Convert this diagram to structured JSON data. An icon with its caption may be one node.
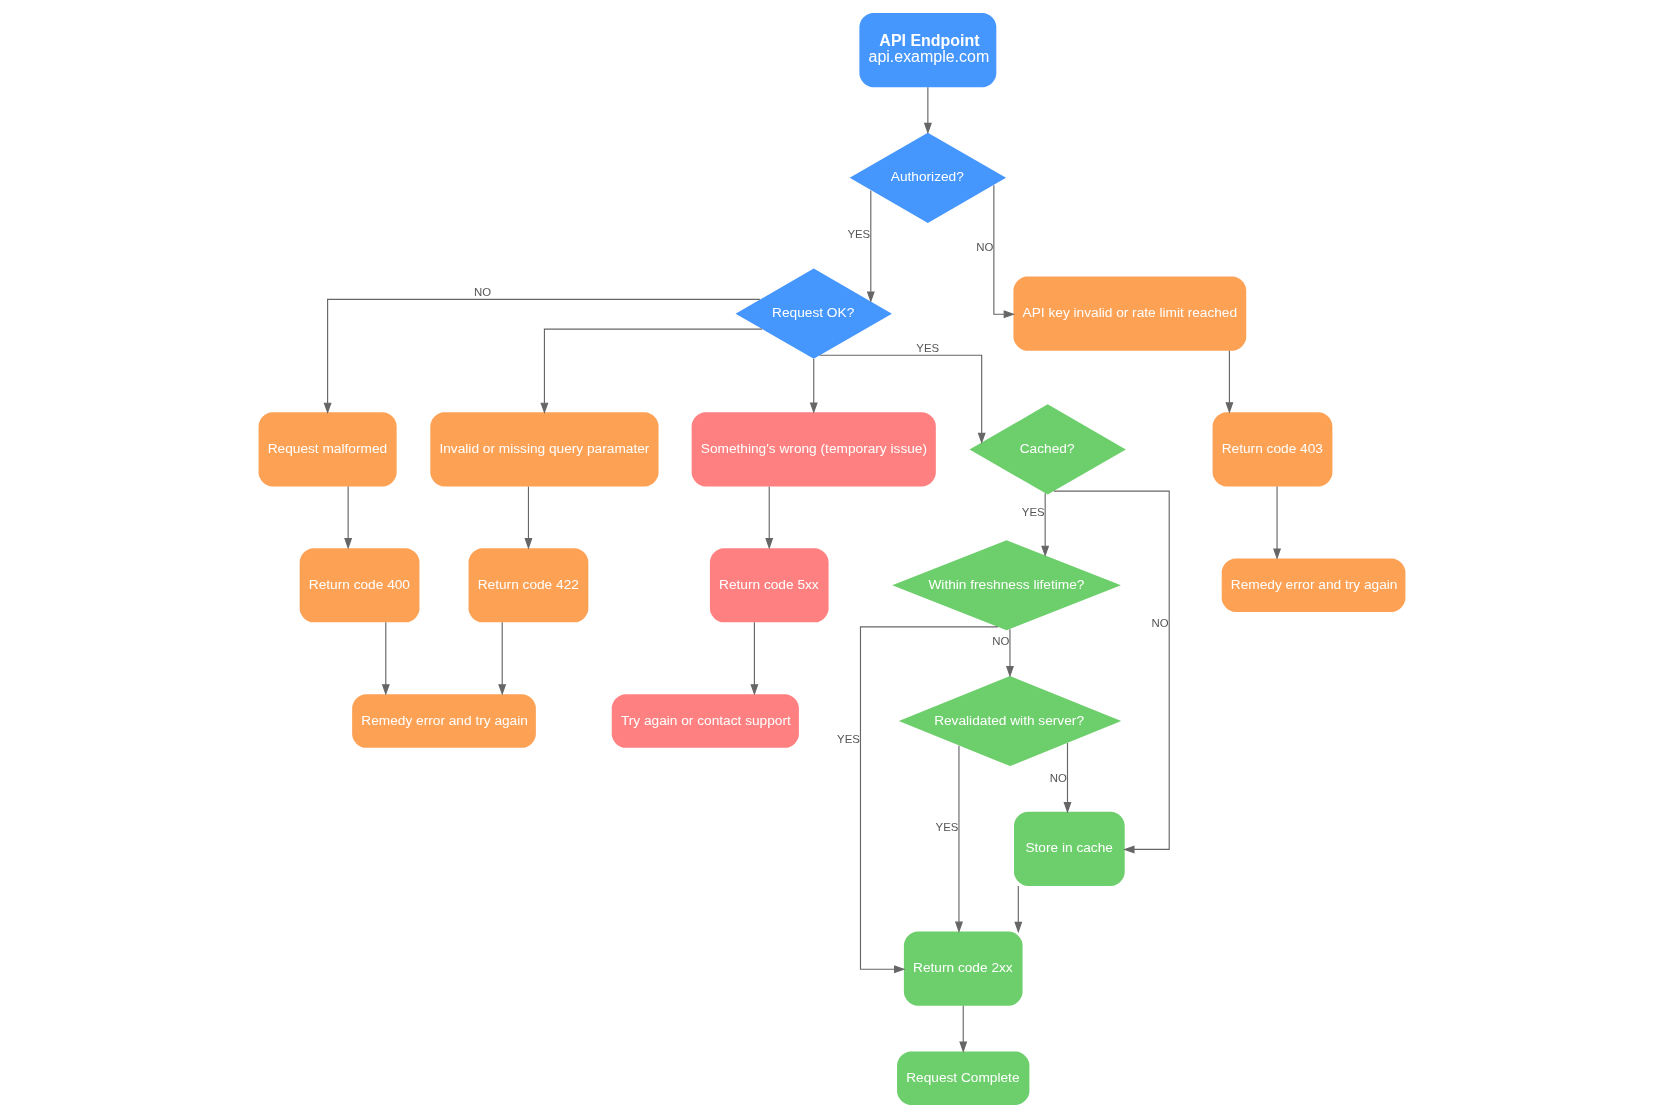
{
  "diagram": {
    "nodes": [
      {
        "text": [
          "API Endpoint",
          "api.example.com"
        ]
      },
      {
        "text": [
          "Authorized?"
        ]
      },
      {
        "text": [
          "Request OK?"
        ]
      },
      {
        "text": [
          "Cached?"
        ]
      },
      {
        "text": [
          "Within freshness lifetime?"
        ]
      },
      {
        "text": [
          "Revalidated with server?"
        ]
      },
      {
        "text": [
          "Store in cache"
        ]
      },
      {
        "text": [
          "Return code 2xx"
        ]
      },
      {
        "text": [
          "Request Complete"
        ]
      },
      {
        "text": [
          "Request malformed"
        ]
      },
      {
        "text": [
          "Invalid or missing query paramater"
        ]
      },
      {
        "text": [
          "Something's wrong (temporary issue)"
        ]
      },
      {
        "text": [
          "API key invalid or rate limit reached"
        ]
      },
      {
        "text": [
          "Return code 400"
        ]
      },
      {
        "text": [
          "Return code 422"
        ]
      },
      {
        "text": [
          "Return code 5xx"
        ]
      },
      {
        "text": [
          "Return code 403"
        ]
      },
      {
        "text": [
          "Remedy error and try again"
        ]
      },
      {
        "text": [
          "Try again or contact support"
        ]
      },
      {
        "text": [
          "Remedy error and try again"
        ]
      }
    ],
    "edges": [
      {
        "from": 0,
        "to": 1,
        "arrow": "to"
      },
      {
        "from": 1,
        "to": 2,
        "arrow": "to",
        "label": "YES"
      },
      {
        "from": 1,
        "to": 12,
        "arrow": "to",
        "label": "NO"
      },
      {
        "from": 2,
        "to": 3,
        "arrow": "to",
        "label": "YES"
      },
      {
        "from": 2,
        "to": 9,
        "arrow": "to",
        "label": "NO"
      },
      {
        "from": 2,
        "to": 10,
        "arrow": "to"
      },
      {
        "from": 2,
        "to": 11,
        "arrow": "to"
      },
      {
        "from": 3,
        "to": 4,
        "arrow": "to",
        "label": "YES"
      },
      {
        "from": 3,
        "to": 6,
        "arrow": "to",
        "label": "NO"
      },
      {
        "from": 4,
        "to": 5,
        "arrow": "to",
        "label": "NO"
      },
      {
        "from": 4,
        "to": 7,
        "arrow": "to",
        "label": "YES"
      },
      {
        "from": 5,
        "to": 6,
        "arrow": "to",
        "label": "NO"
      },
      {
        "from": 5,
        "to": 7,
        "arrow": "to",
        "label": "YES"
      },
      {
        "from": 6,
        "to": 7,
        "arrow": "to"
      },
      {
        "from": 7,
        "to": 8,
        "arrow": "to"
      },
      {
        "from": 9,
        "to": 13,
        "arrow": "to"
      },
      {
        "from": 10,
        "to": 14,
        "arrow": "to"
      },
      {
        "from": 11,
        "to": 15,
        "arrow": "to"
      },
      {
        "from": 12,
        "to": 16,
        "arrow": "to"
      },
      {
        "from": 13,
        "to": 17,
        "arrow": "to"
      },
      {
        "from": 14,
        "to": 17,
        "arrow": "to"
      },
      {
        "from": 15,
        "to": 18,
        "arrow": "to"
      },
      {
        "from": 16,
        "to": 19,
        "arrow": "to"
      }
    ]
  }
}
